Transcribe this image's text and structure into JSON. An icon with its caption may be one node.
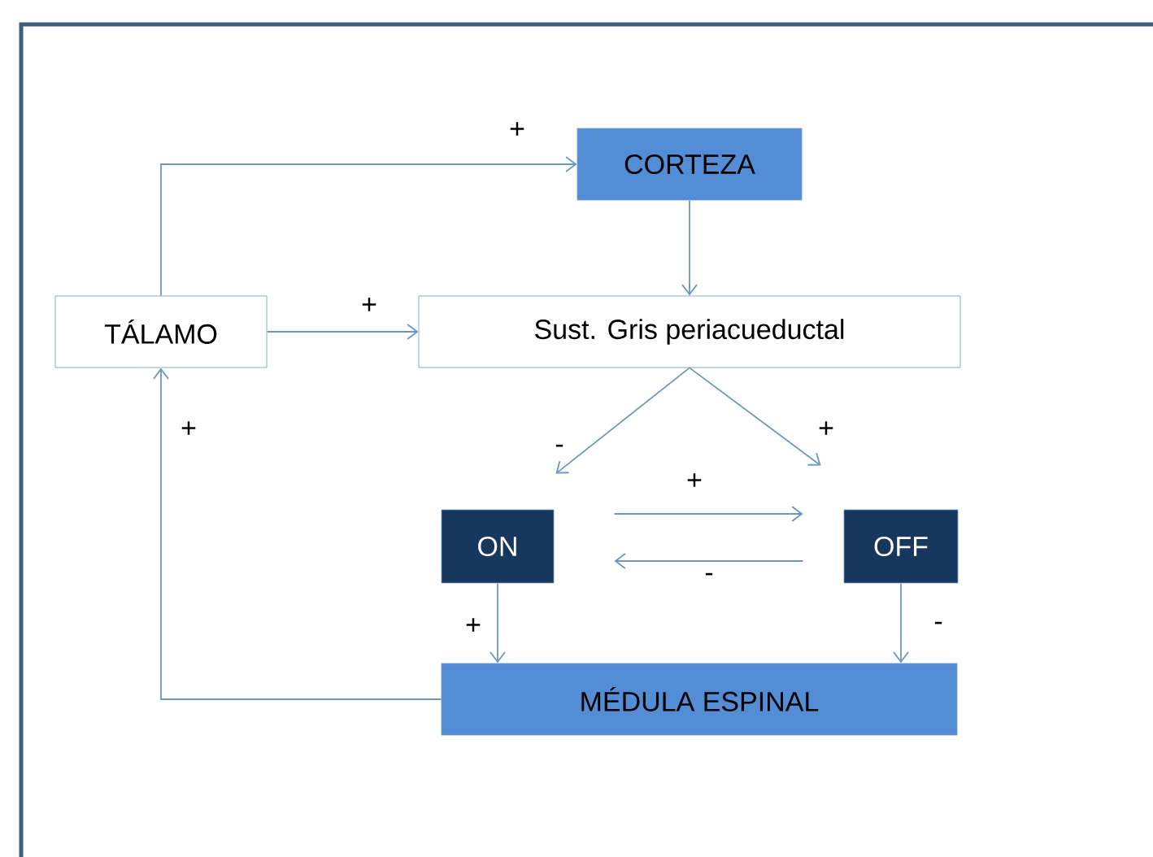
{
  "diagram": {
    "nodes": [
      {
        "text": [
          "TÁLAMO"
        ]
      },
      {
        "text": [
          "CORTEZA"
        ]
      },
      {
        "text": [
          "Sust. Gris periacueductal"
        ]
      },
      {
        "text": [
          "ON"
        ]
      },
      {
        "text": [
          "OFF"
        ]
      },
      {
        "text": [
          "MÉDULA ESPINAL"
        ]
      }
    ],
    "edges": [
      {
        "from": 0,
        "to": 1,
        "arrow": "to",
        "label": "+"
      },
      {
        "from": 1,
        "to": 2,
        "arrow": "to"
      },
      {
        "from": 0,
        "to": 2,
        "arrow": "to",
        "label": "+"
      },
      {
        "from": 2,
        "to": 3,
        "arrow": "to",
        "label": "-"
      },
      {
        "from": 2,
        "to": 4,
        "arrow": "to",
        "label": "+"
      },
      {
        "from": 3,
        "to": 4,
        "arrow": "to",
        "label": "+"
      },
      {
        "from": 4,
        "to": 3,
        "arrow": "to",
        "label": "-"
      },
      {
        "from": 3,
        "to": 5,
        "arrow": "to",
        "label": "+"
      },
      {
        "from": 4,
        "to": 5,
        "arrow": "to",
        "label": "-"
      },
      {
        "from": 5,
        "to": 0,
        "arrow": "to",
        "label": "+"
      }
    ]
  }
}
